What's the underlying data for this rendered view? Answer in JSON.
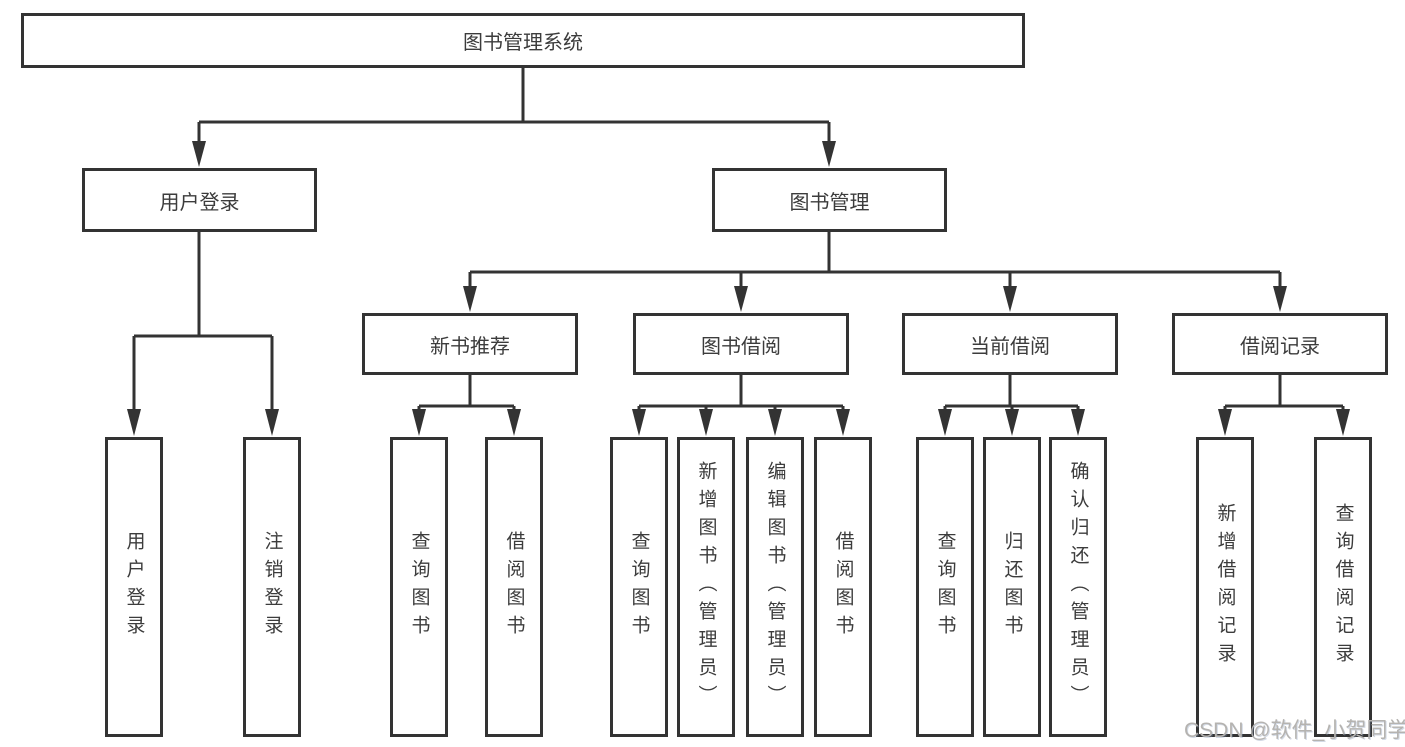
{
  "watermark": "CSDN @软件_小贺同学",
  "colors": {
    "line": "#333333",
    "box_border": "#333333",
    "box_background": "#ffffff",
    "text": "#3c3c3c",
    "watermark": "#b5b3b0",
    "page_background": "#ffffff"
  },
  "nodes": {
    "root": {
      "label": "图书管理系统"
    },
    "level2": [
      {
        "label": "用户登录",
        "parent": "图书管理系统"
      },
      {
        "label": "图书管理",
        "parent": "图书管理系统"
      }
    ],
    "level3": [
      {
        "label": "新书推荐",
        "parent": "图书管理"
      },
      {
        "label": "图书借阅",
        "parent": "图书管理"
      },
      {
        "label": "当前借阅",
        "parent": "图书管理"
      },
      {
        "label": "借阅记录",
        "parent": "图书管理"
      }
    ],
    "leaves": [
      {
        "label": "用户登录",
        "parent": "用户登录"
      },
      {
        "label": "注销登录",
        "parent": "用户登录"
      },
      {
        "label": "查询图书",
        "parent": "新书推荐"
      },
      {
        "label": "借阅图书",
        "parent": "新书推荐"
      },
      {
        "label": "查询图书",
        "parent": "图书借阅"
      },
      {
        "label": "新增图书（管理员）",
        "parent": "图书借阅"
      },
      {
        "label": "编辑图书（管理员）",
        "parent": "图书借阅"
      },
      {
        "label": "借阅图书",
        "parent": "图书借阅"
      },
      {
        "label": "查询图书",
        "parent": "当前借阅"
      },
      {
        "label": "归还图书",
        "parent": "当前借阅"
      },
      {
        "label": "确认归还（管理员）",
        "parent": "当前借阅"
      },
      {
        "label": "新增借阅记录",
        "parent": "借阅记录"
      },
      {
        "label": "查询借阅记录",
        "parent": "借阅记录"
      }
    ]
  }
}
